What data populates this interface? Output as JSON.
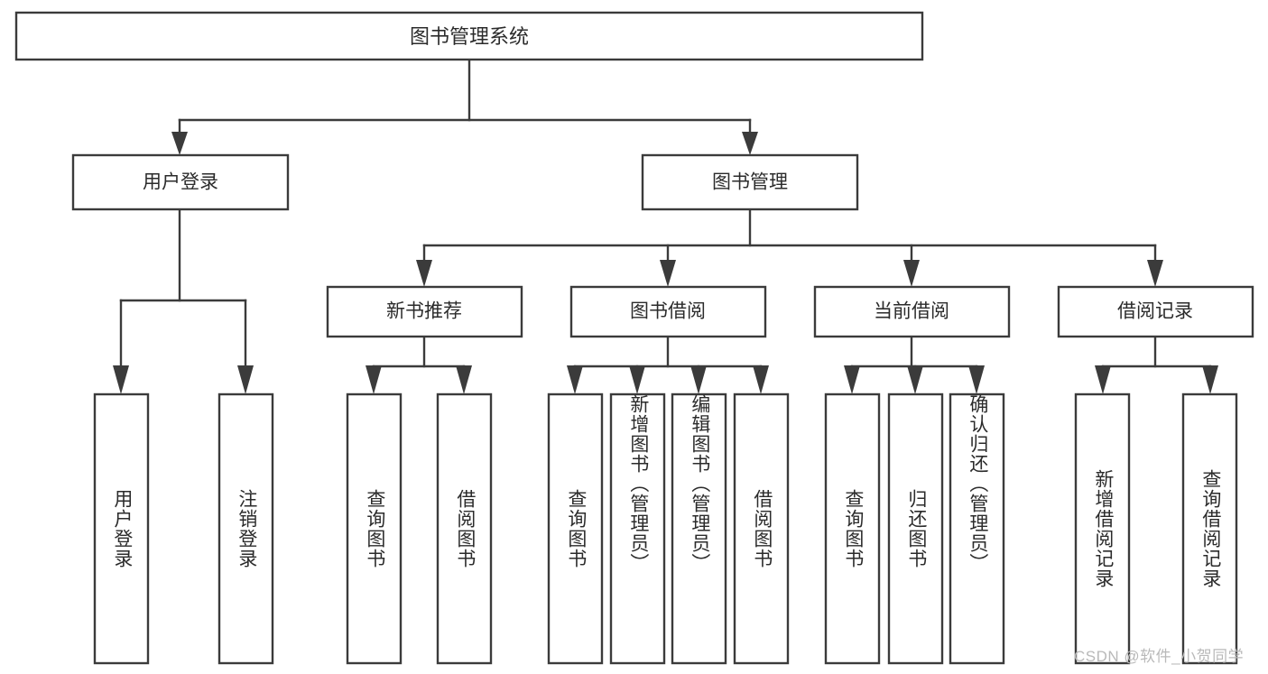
{
  "diagram": {
    "type": "tree-hierarchy",
    "title": "图书管理系统",
    "watermark": "CSDN @软件_小贺同学",
    "colors": {
      "stroke": "#3b3b3b",
      "box_fill": "#ffffff",
      "text": "#2b2b2b",
      "background": "#ffffff",
      "watermark": "#b9b9b9"
    },
    "levels": {
      "root": {
        "label": "图书管理系统"
      },
      "level2": [
        {
          "label": "用户登录"
        },
        {
          "label": "图书管理"
        }
      ],
      "level3": [
        {
          "label": "新书推荐"
        },
        {
          "label": "图书借阅"
        },
        {
          "label": "当前借阅"
        },
        {
          "label": "借阅记录"
        }
      ],
      "leaves": [
        {
          "label": "用户登录",
          "parent": "用户登录"
        },
        {
          "label": "注销登录",
          "parent": "用户登录"
        },
        {
          "label": "查询图书",
          "parent": "新书推荐"
        },
        {
          "label": "借阅图书",
          "parent": "新书推荐"
        },
        {
          "label": "查询图书",
          "parent": "图书借阅"
        },
        {
          "label": "新增图书（管理员）",
          "parent": "图书借阅"
        },
        {
          "label": "编辑图书（管理员）",
          "parent": "图书借阅"
        },
        {
          "label": "借阅图书",
          "parent": "图书借阅"
        },
        {
          "label": "查询图书",
          "parent": "当前借阅"
        },
        {
          "label": "归还图书",
          "parent": "当前借阅"
        },
        {
          "label": "确认归还（管理员）",
          "parent": "当前借阅"
        },
        {
          "label": "新增借阅记录",
          "parent": "借阅记录"
        },
        {
          "label": "查询借阅记录",
          "parent": "借阅记录"
        }
      ]
    }
  }
}
